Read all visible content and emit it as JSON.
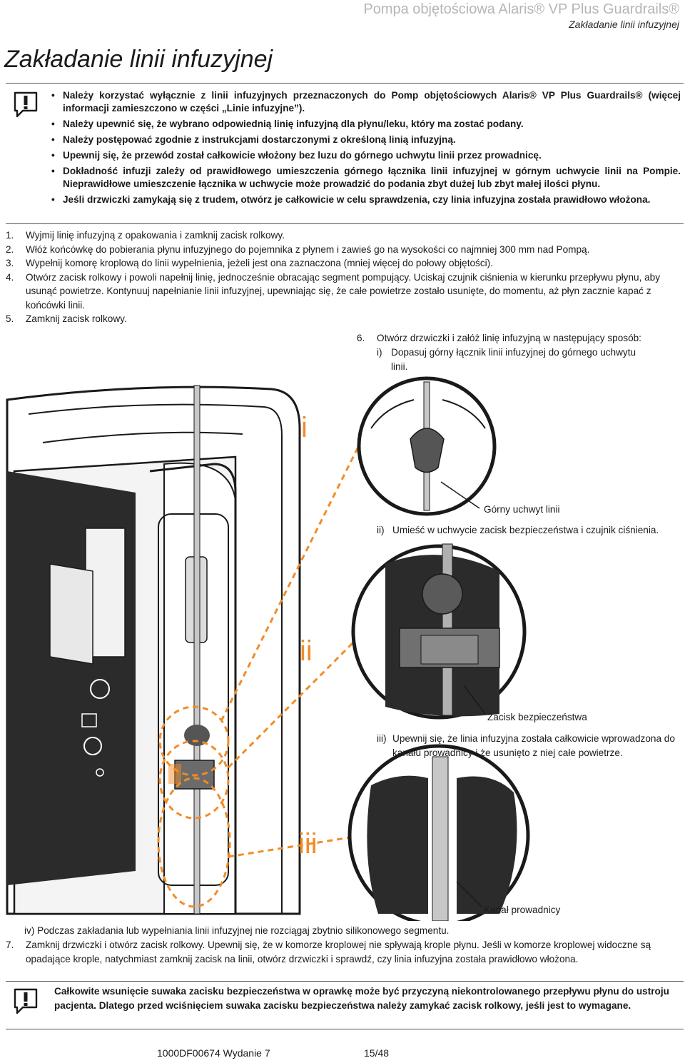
{
  "header": {
    "product_title": "Pompa objętościowa Alaris® VP Plus Guardrails®",
    "section_subtitle": "Zakładanie linii infuzyjnej"
  },
  "page_title": "Zakładanie linii infuzyjnej",
  "warning_top": {
    "icon": "warning-exclamation-icon",
    "items": [
      "Należy korzystać wyłącznie z linii infuzyjnych przeznaczonych do Pomp objętościowych Alaris® VP Plus Guardrails® (więcej informacji zamieszczono w części „Linie infuzyjne”).",
      "Należy upewnić się, że wybrano odpowiednią linię infuzyjną dla płynu/leku, który ma zostać podany.",
      "Należy postępować zgodnie z instrukcjami dostarczonymi z określoną linią infuzyjną.",
      "Upewnij się, że przewód został całkowicie włożony bez luzu do górnego uchwytu linii przez prowadnicę.",
      "Dokładność infuzji zależy od prawidłowego umieszczenia górnego łącznika linii infuzyjnej w górnym uchwycie linii na Pompie. Nieprawidłowe umieszczenie łącznika w uchwycie może prowadzić do podania zbyt dużej lub zbyt małej ilości płynu.",
      "Jeśli drzwiczki zamykają się z trudem, otwórz je całkowicie w celu sprawdzenia, czy linia infuzyjna została prawidłowo włożona."
    ]
  },
  "steps": [
    {
      "num": "1.",
      "text": "Wyjmij linię infuzyjną z opakowania i zamknij zacisk rolkowy."
    },
    {
      "num": "2.",
      "text": "Włóż końcówkę do pobierania płynu infuzyjnego do pojemnika z płynem i zawieś go na wysokości co najmniej 300 mm nad Pompą."
    },
    {
      "num": "3.",
      "text": "Wypełnij komorę kroplową do linii wypełnienia, jeżeli jest ona zaznaczona (mniej więcej do połowy objętości)."
    },
    {
      "num": "4.",
      "text": "Otwórz zacisk rolkowy i powoli napełnij linię, jednocześnie obracając segment pompujący. Uciskaj czujnik ciśnienia w kierunku przepływu płynu, aby usunąć powietrze. Kontynuuj napełnianie linii infuzyjnej, upewniając się, że całe powietrze zostało usunięte, do momentu, aż płyn zacznie kapać z końcówki linii."
    },
    {
      "num": "5.",
      "text": "Zamknij zacisk rolkowy."
    }
  ],
  "step6": {
    "num": "6.",
    "text": "Otwórz drzwiczki i załóż linię infuzyjną w następujący sposób:",
    "sub_i": {
      "num": "i)",
      "text": "Dopasuj górny łącznik linii infuzyjnej do górnego uchwytu linii."
    },
    "sub_ii": {
      "num": "ii)",
      "text": "Umieść w uchwycie zacisk bezpieczeństwa i czujnik ciśnienia."
    },
    "sub_iii": {
      "num": "iii)",
      "text": "Upewnij się, że linia infuzyjna została całkowicie wprowadzona do kanału prowadnicy i że usunięto z niej całe powietrze."
    },
    "sub_iv": {
      "num": "iv)",
      "text": "Podczas zakładania lub wypełniania linii infuzyjnej nie rozciągaj zbytnio silikonowego segmentu."
    }
  },
  "callouts": {
    "upper_holder": "Górny uchwyt linii",
    "safety_clamp": "Zacisk bezpieczeństwa",
    "guide_channel": "Kanał prowadnicy"
  },
  "figure_labels": {
    "i": "i",
    "ii": "ii",
    "iii": "iii"
  },
  "step7": {
    "num": "7.",
    "text": "Zamknij drzwiczki i otwórz zacisk rolkowy. Upewnij się, że w komorze kroplowej nie spływają krople płynu. Jeśli w komorze kroplowej widoczne są opadające krople, natychmiast zamknij zacisk na linii, otwórz drzwiczki i sprawdź, czy linia infuzyjna została prawidłowo włożona."
  },
  "warning_bottom": {
    "icon": "warning-exclamation-icon",
    "text": "Całkowite wsunięcie suwaka zacisku bezpieczeństwa w oprawkę może być przyczyną niekontrolowanego przepływu płynu do ustroju pacjenta. Dlatego przed wciśnięciem suwaka zacisku bezpieczeństwa należy zamykać zacisk rolkowy, jeśli jest to wymagane."
  },
  "footer": {
    "doc_id": "1000DF00674 Wydanie 7",
    "page": "15/48"
  },
  "colors": {
    "accent_orange": "#f28c28",
    "header_gray": "#b4b6b9",
    "device_dark": "#2b2b2b"
  }
}
